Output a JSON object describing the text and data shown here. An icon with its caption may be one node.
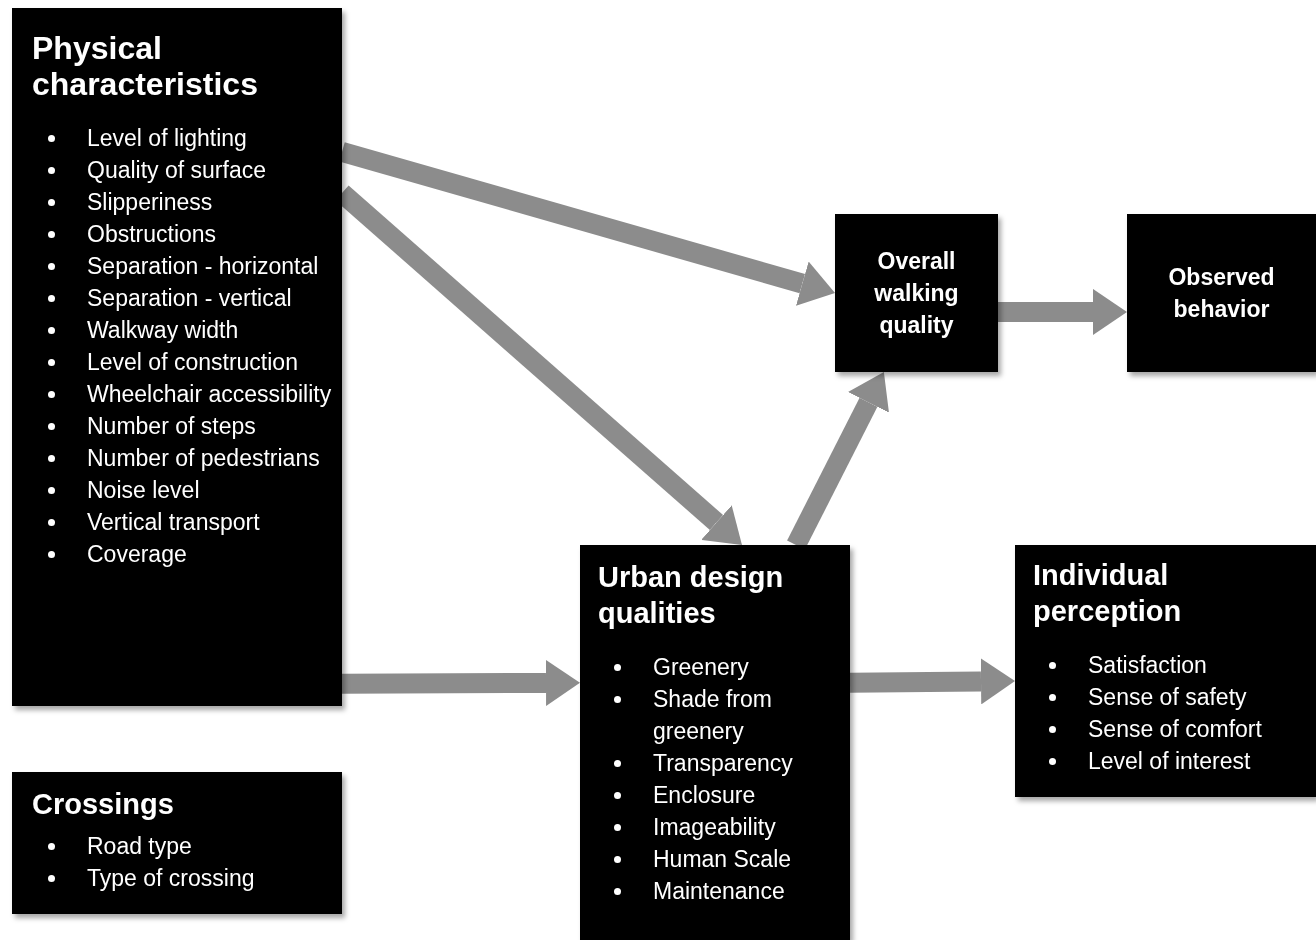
{
  "diagram": {
    "nodes": [
      {
        "text": [
          "Physical characteristics",
          "Level of lighting",
          "Quality of surface",
          "Slipperiness",
          "Obstructions",
          "Separation - horizontal",
          "Separation - vertical",
          "Walkway width",
          "Level of construction",
          "Wheelchair accessibility",
          "Number of steps",
          "Number of pedestrians",
          "Noise level",
          "Vertical transport",
          "Coverage"
        ]
      },
      {
        "text": [
          "Crossings",
          "Road type",
          "Type of crossing"
        ]
      },
      {
        "text": [
          "Urban design qualities",
          "Greenery",
          "Shade from greenery",
          "Transparency",
          "Enclosure",
          "Imageability",
          "Human Scale",
          "Maintenance"
        ]
      },
      {
        "text": [
          "Individual perception",
          "Satisfaction",
          "Sense of safety",
          "Sense of comfort",
          "Level of interest"
        ]
      },
      {
        "text": [
          "Overall walking quality"
        ]
      },
      {
        "text": [
          "Observed behavior"
        ]
      }
    ],
    "edges": [
      {
        "from": 0,
        "to": 4,
        "arrow": "to"
      },
      {
        "from": 0,
        "to": 2,
        "arrow": "to"
      },
      {
        "from": 0,
        "to": 2,
        "arrow": "to"
      },
      {
        "from": 2,
        "to": 4,
        "arrow": "to"
      },
      {
        "from": 4,
        "to": 5,
        "arrow": "to"
      },
      {
        "from": 2,
        "to": 3,
        "arrow": "to"
      }
    ]
  }
}
